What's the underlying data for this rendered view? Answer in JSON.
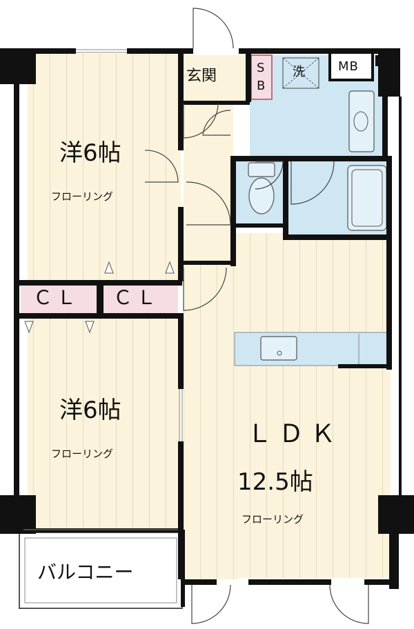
{
  "rooms": {
    "bedroom1": {
      "name": "洋6帖",
      "floor": "フローリング"
    },
    "bedroom2": {
      "name": "洋6帖",
      "floor": "フローリング"
    },
    "ldk": {
      "name": "ＬＤＫ",
      "size": "12.5帖",
      "floor": "フローリング"
    }
  },
  "closets": [
    "ＣＬ",
    "ＣＬ"
  ],
  "entrance": "玄関",
  "shoe_box": [
    "S",
    "B"
  ],
  "washer": "洗",
  "meter_box": "MB",
  "balcony": "バルコニー",
  "colors": {
    "floor": "#fbf3dc",
    "floor_lines": "#d9cdb0",
    "wet_area": "#cfe6f3",
    "closet": "#f6dde2",
    "wall": "#111111"
  }
}
